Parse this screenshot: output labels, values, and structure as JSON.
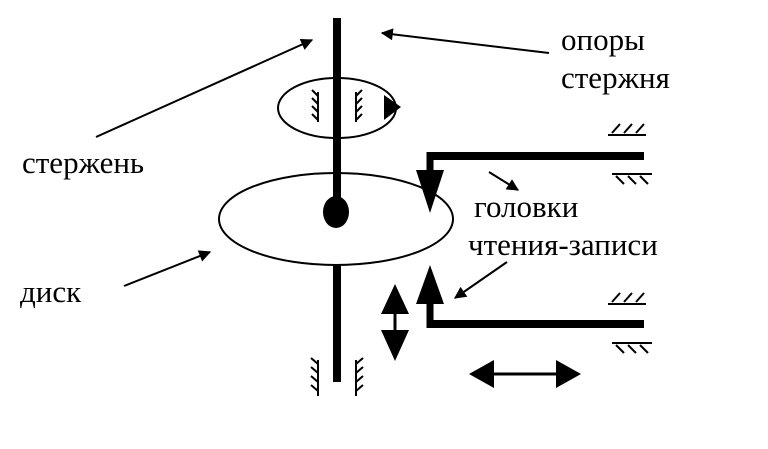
{
  "labels": {
    "supports_line1": "опоры",
    "supports_line2": "стержня",
    "shaft": "стержень",
    "heads_line1": "головки",
    "heads_line2": "чтения-записи",
    "disk": "диск"
  }
}
